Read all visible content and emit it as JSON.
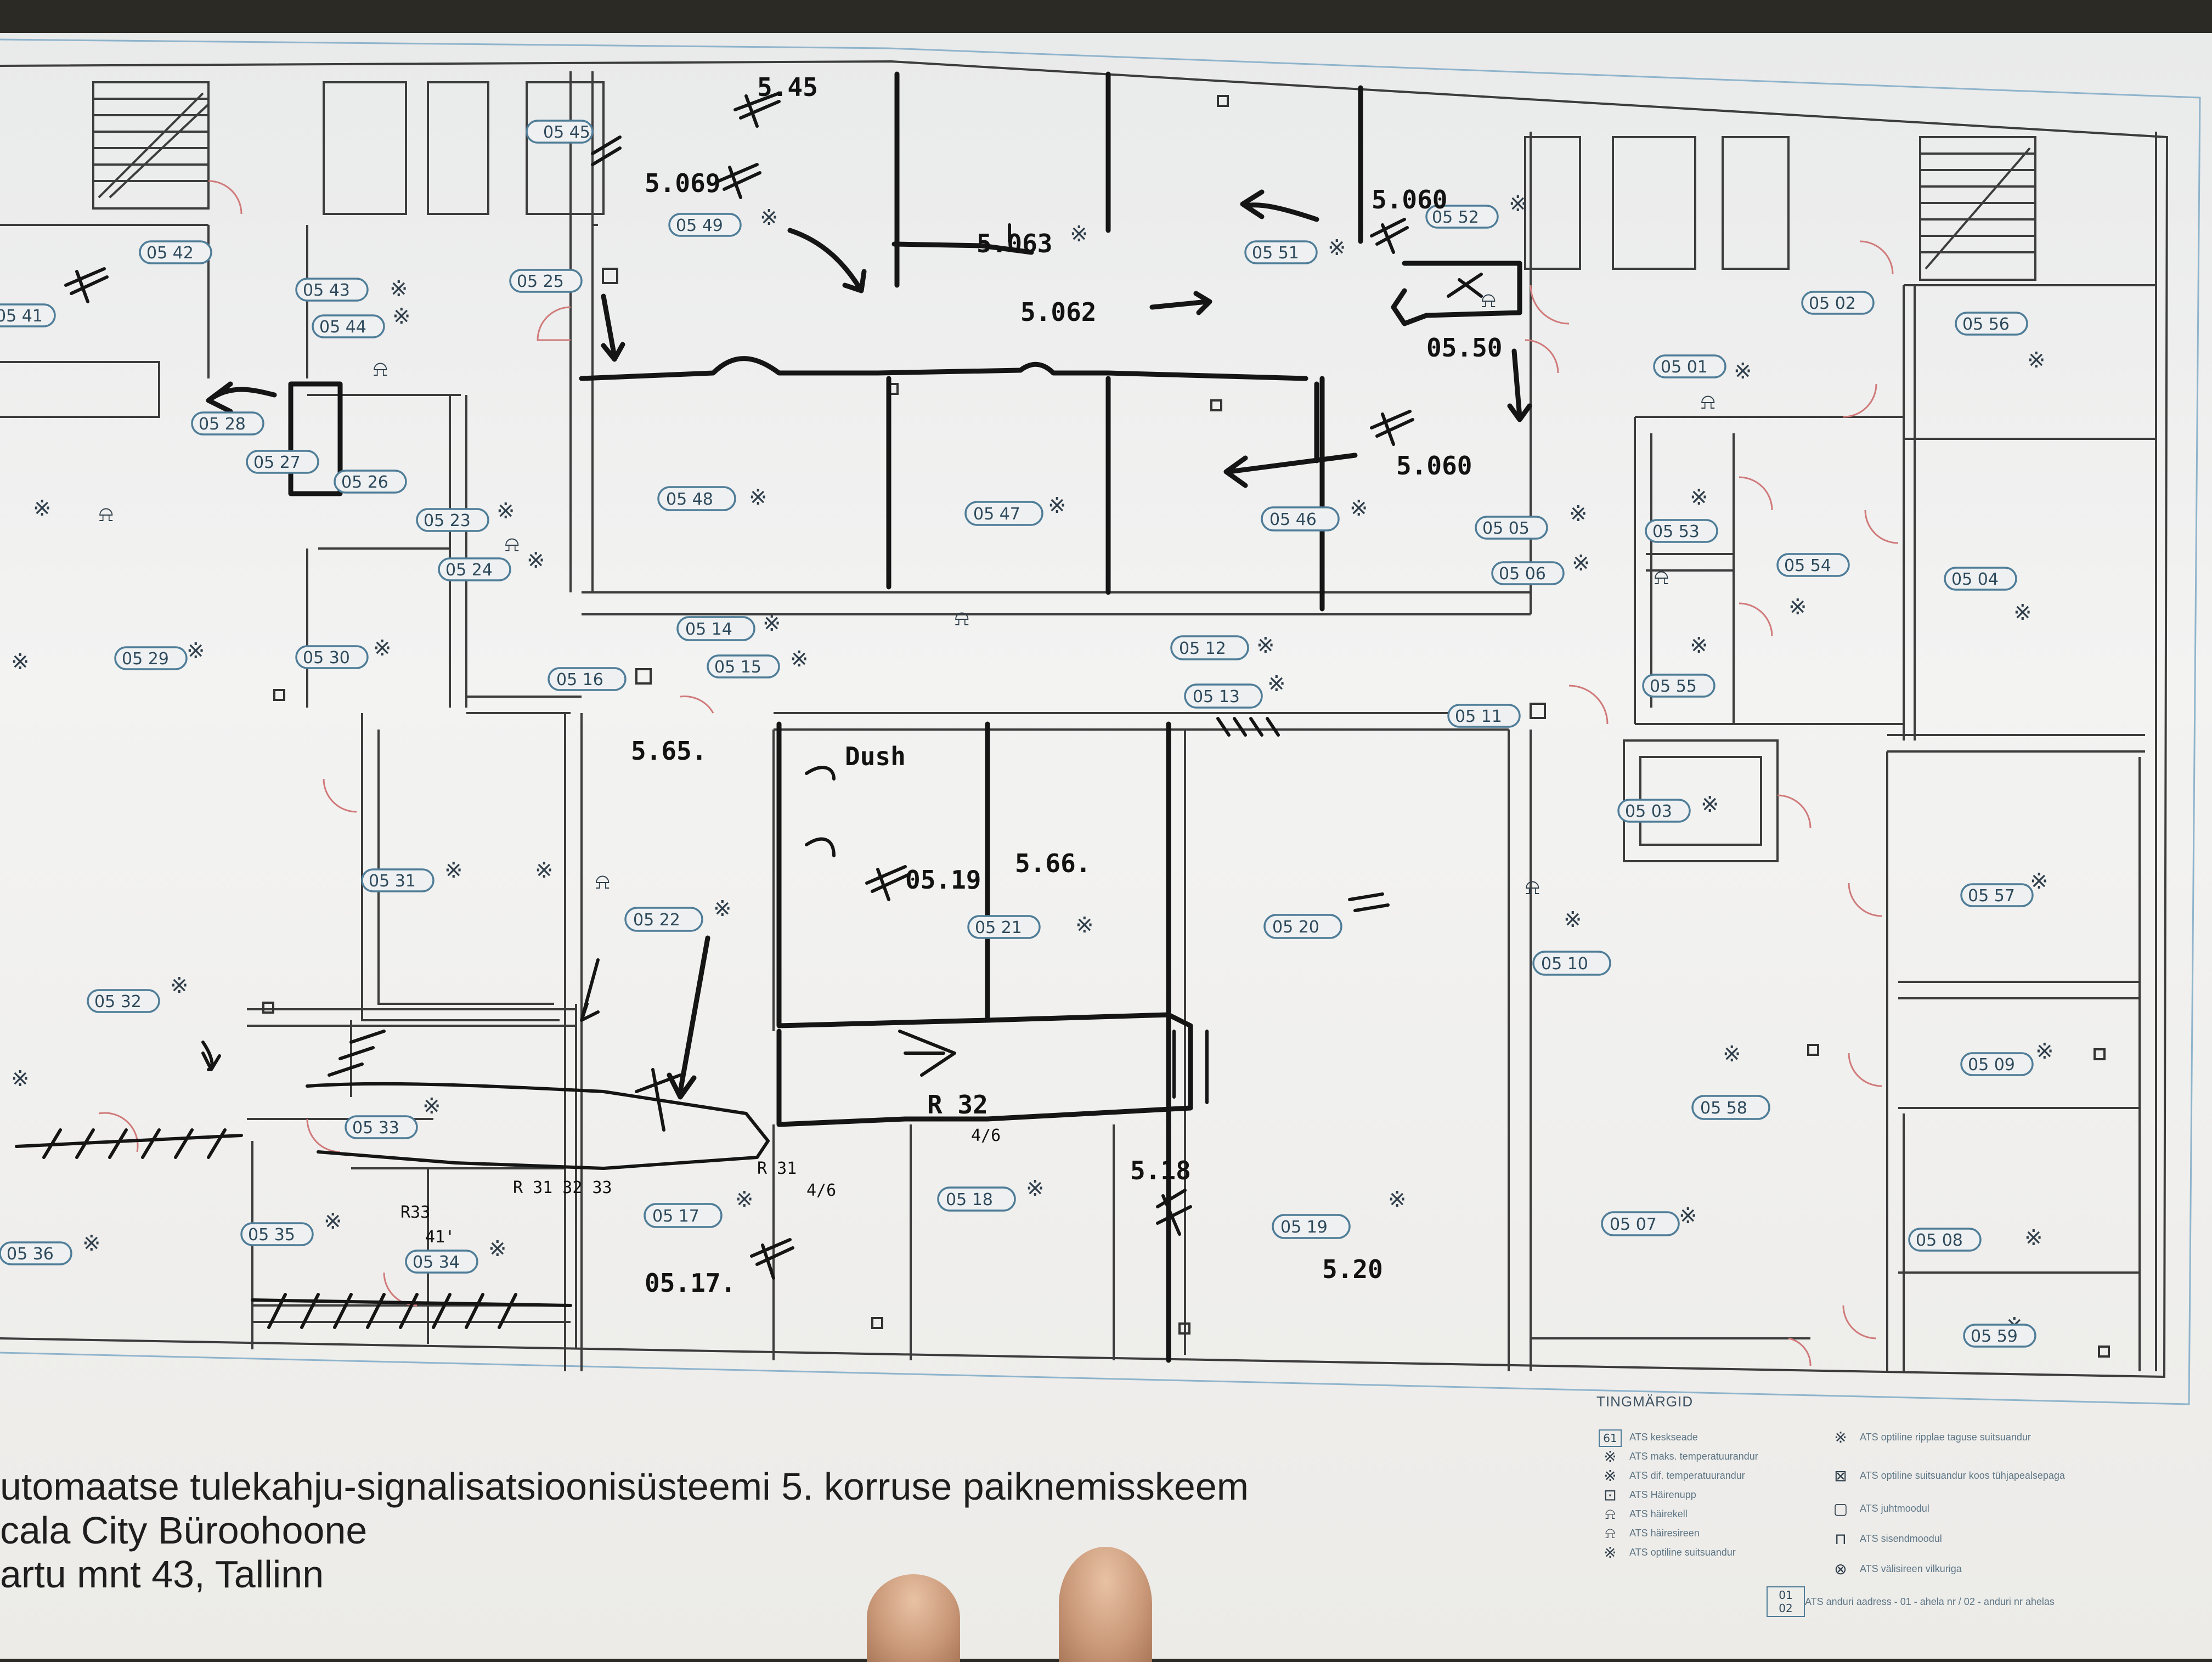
{
  "plan": {
    "room_tags": [
      "05 45",
      "05 49",
      "05 52",
      "05 51",
      "05 42",
      "05 41",
      "05 43",
      "05 44",
      "05 25",
      "05 28",
      "05 27",
      "05 26",
      "05 23",
      "05 24",
      "05 48",
      "05 47",
      "05 46",
      "05 05",
      "05 06",
      "05 02",
      "05 56",
      "05 01",
      "05 53",
      "05 54",
      "05 04",
      "05 55",
      "05 14",
      "05 15",
      "05 16",
      "05 12",
      "05 13",
      "05 11",
      "05 29",
      "05 30",
      "05 03",
      "05 31",
      "05 22",
      "05 21",
      "05 20",
      "05 57",
      "05 10",
      "05 32",
      "05 09",
      "05 58",
      "05 33",
      "05 18",
      "05 17",
      "05 19",
      "05 07",
      "05 08",
      "05 35",
      "05 34",
      "05 36",
      "05 59"
    ],
    "annotations": [
      "5.45",
      "5.069",
      "5.063",
      "5.062",
      "5.060",
      "05.50",
      "5.060",
      "5.65.",
      "Dush",
      "05.19",
      "5.66.",
      "R 32",
      "4/6",
      "R 31",
      "4/6",
      "5.18",
      "05.17.",
      "5.20",
      "R33",
      "R 31 32 33",
      "41'"
    ]
  },
  "title": {
    "line1": "utomaatse tulekahju-signalisatsioonisüsteemi  5. korruse paiknemisskeem",
    "line2": "cala City Büroohoone",
    "line3": "artu mnt 43, Tallinn"
  },
  "legend": {
    "heading": "TINGMÄRGID",
    "items": [
      {
        "symbol": "61",
        "label": "ATS keskseade"
      },
      {
        "symbol": "※",
        "label": "ATS maks. temperatuurandur"
      },
      {
        "symbol": "※",
        "label": "ATS dif. temperatuurandur"
      },
      {
        "symbol": "⊡",
        "label": "ATS Häirenupp"
      },
      {
        "symbol": "⍾",
        "label": "ATS häirekell"
      },
      {
        "symbol": "⍾",
        "label": "ATS häiresireen"
      },
      {
        "symbol": "※",
        "label": "ATS optiline suitsuandur"
      },
      {
        "symbol": "※",
        "label": "ATS optiline ripplae taguse suitsuandur"
      },
      {
        "symbol": "⊠",
        "label": "ATS optiline suitsuandur koos tühjapealsepaga"
      },
      {
        "symbol": "▢",
        "label": "ATS juhtmoodul"
      },
      {
        "symbol": "⊓",
        "label": "ATS sisendmoodul"
      },
      {
        "symbol": "⊗",
        "label": "ATS välisireen vilkuriga"
      },
      {
        "symbol": "01 02",
        "label": "ATS anduri aadress - 01 - ahela nr / 02 - anduri nr ahelas"
      }
    ]
  }
}
